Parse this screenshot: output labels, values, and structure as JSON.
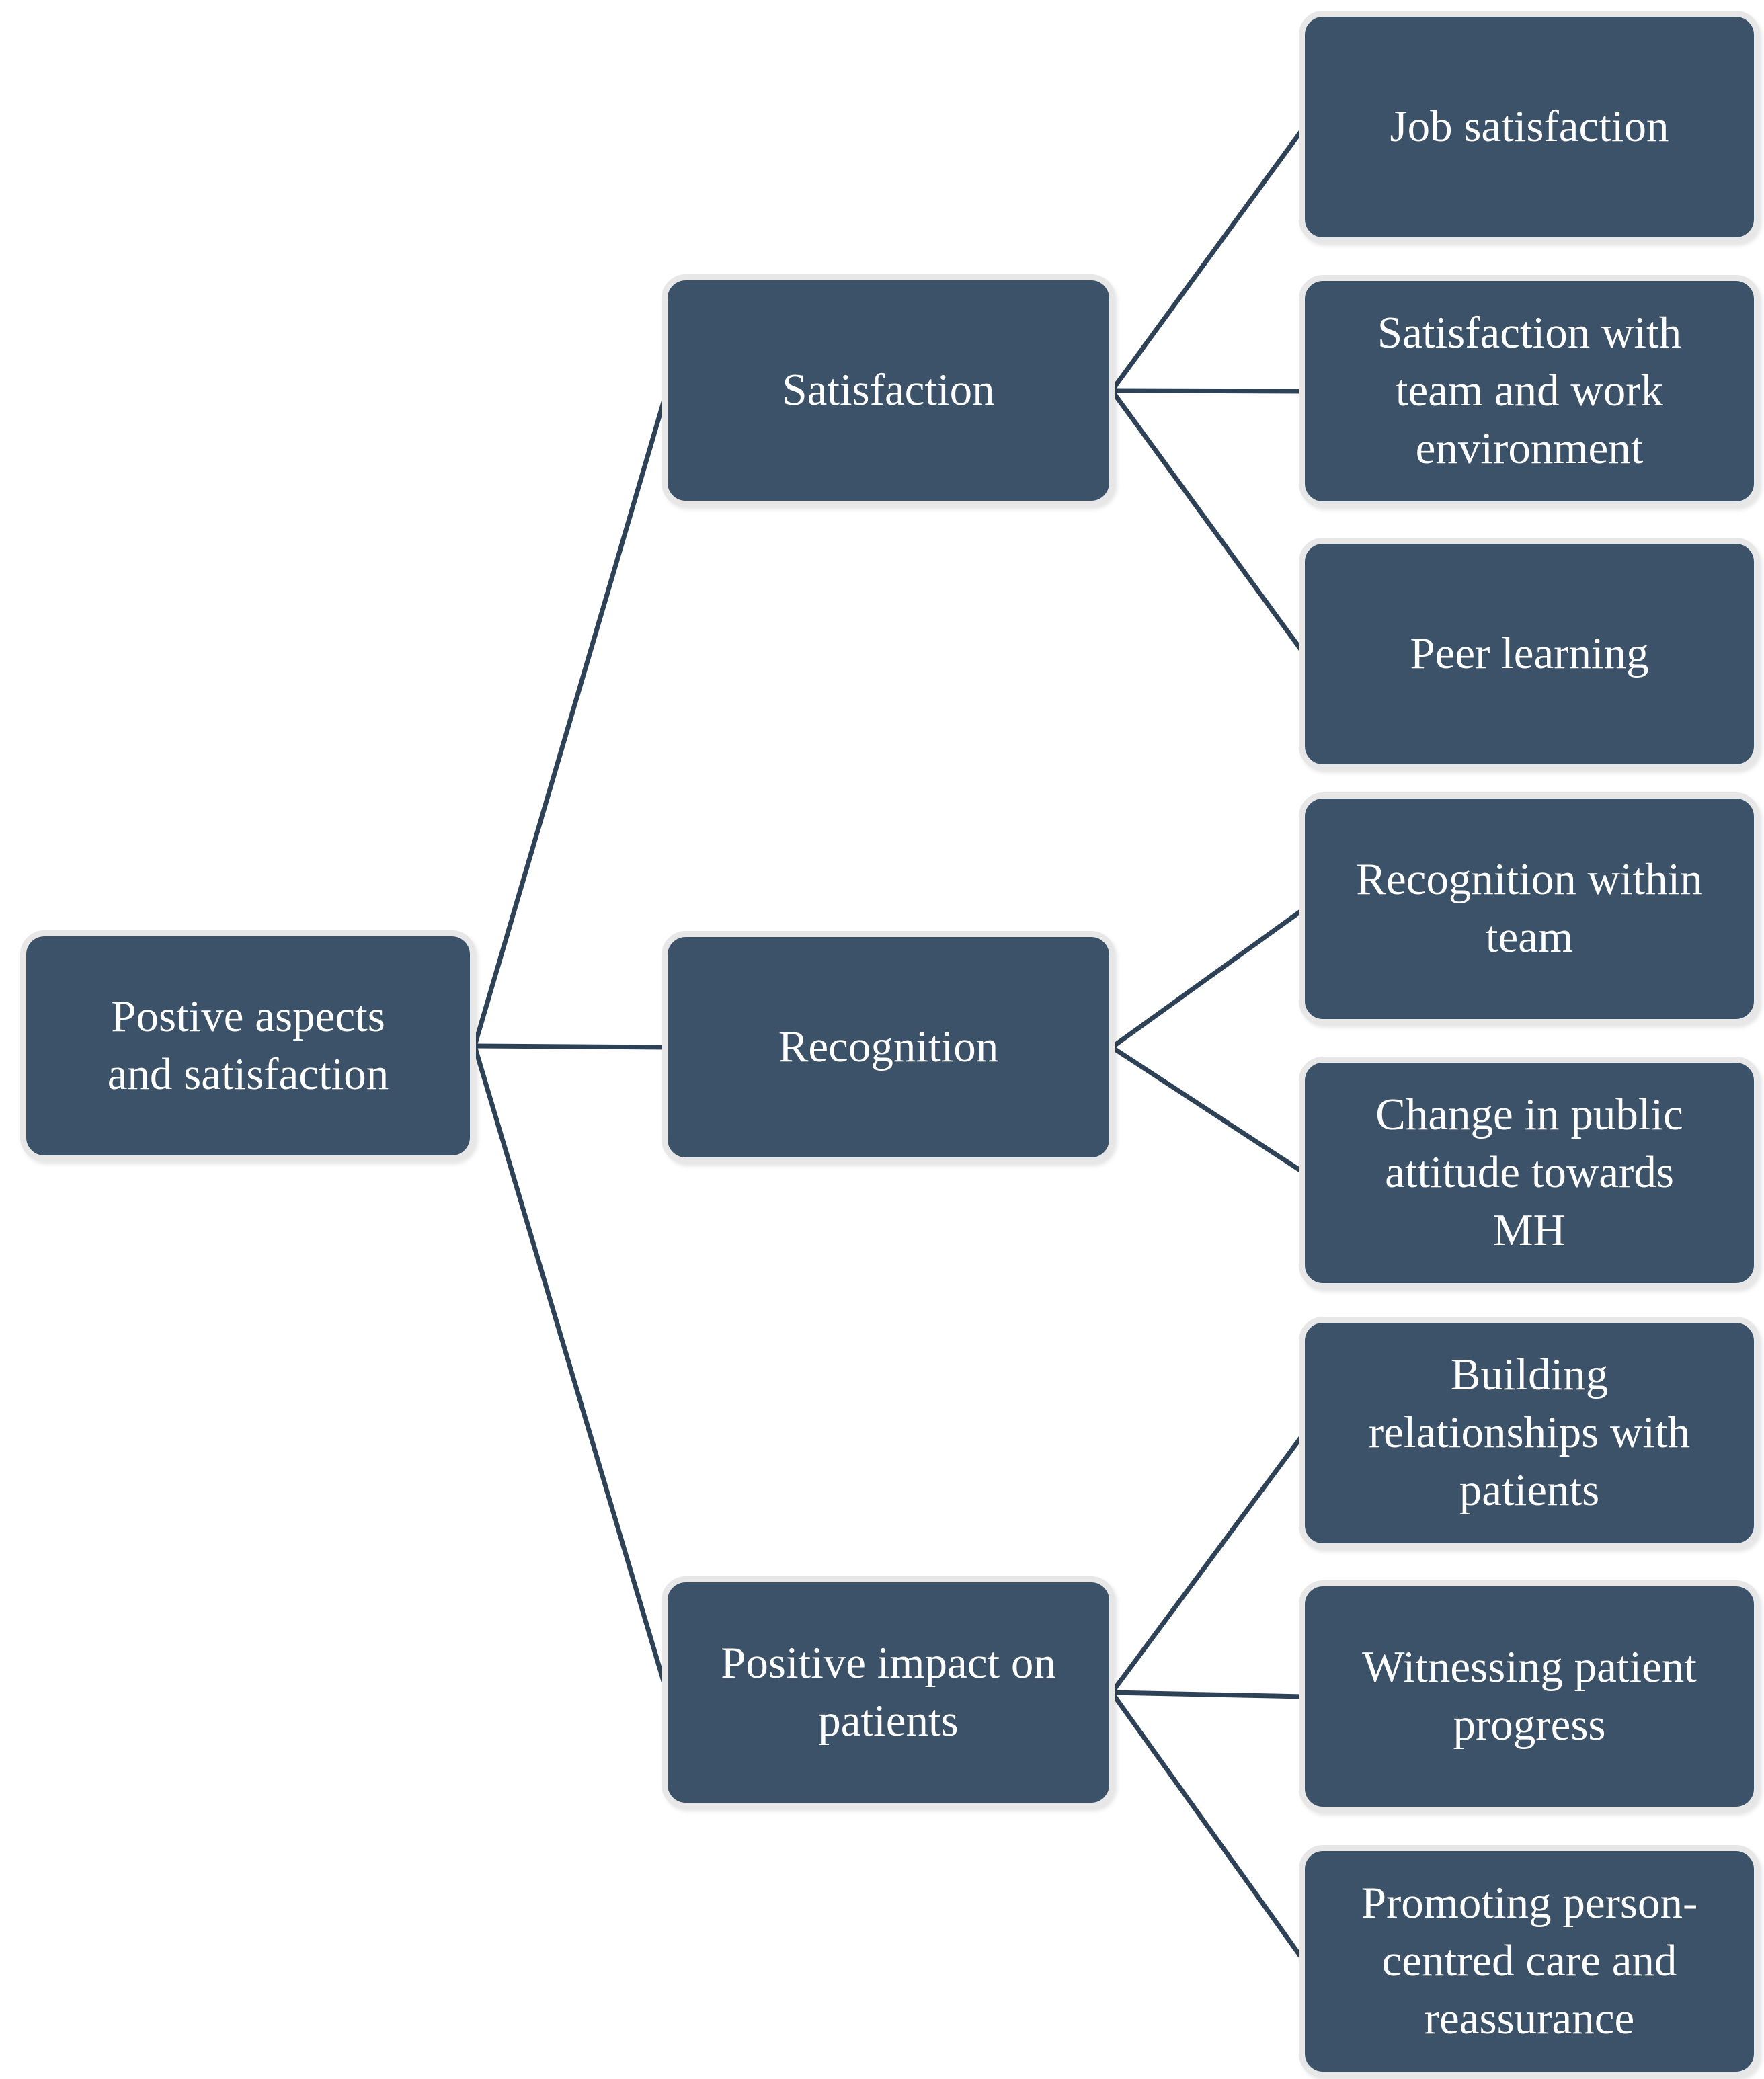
{
  "colors": {
    "background": "#ffffff",
    "node_fill": "#3b5268",
    "node_border": "#e7e7e7",
    "node_text": "#ffffff",
    "connector": "#2e4257"
  },
  "tree": {
    "root": {
      "label": "Postive aspects\nand satisfaction"
    },
    "branches": [
      {
        "label": "Satisfaction",
        "children": [
          {
            "label": "Job satisfaction"
          },
          {
            "label": "Satisfaction with\nteam and work\nenvironment"
          },
          {
            "label": "Peer learning"
          }
        ]
      },
      {
        "label": "Recognition",
        "children": [
          {
            "label": "Recognition within\nteam"
          },
          {
            "label": "Change in public\nattitude towards\nMH"
          }
        ]
      },
      {
        "label": "Positive impact on\npatients",
        "children": [
          {
            "label": "Building\nrelationships with\npatients"
          },
          {
            "label": "Witnessing patient\nprogress"
          },
          {
            "label": "Promoting person-\ncentred care and\nreassurance"
          }
        ]
      }
    ]
  }
}
